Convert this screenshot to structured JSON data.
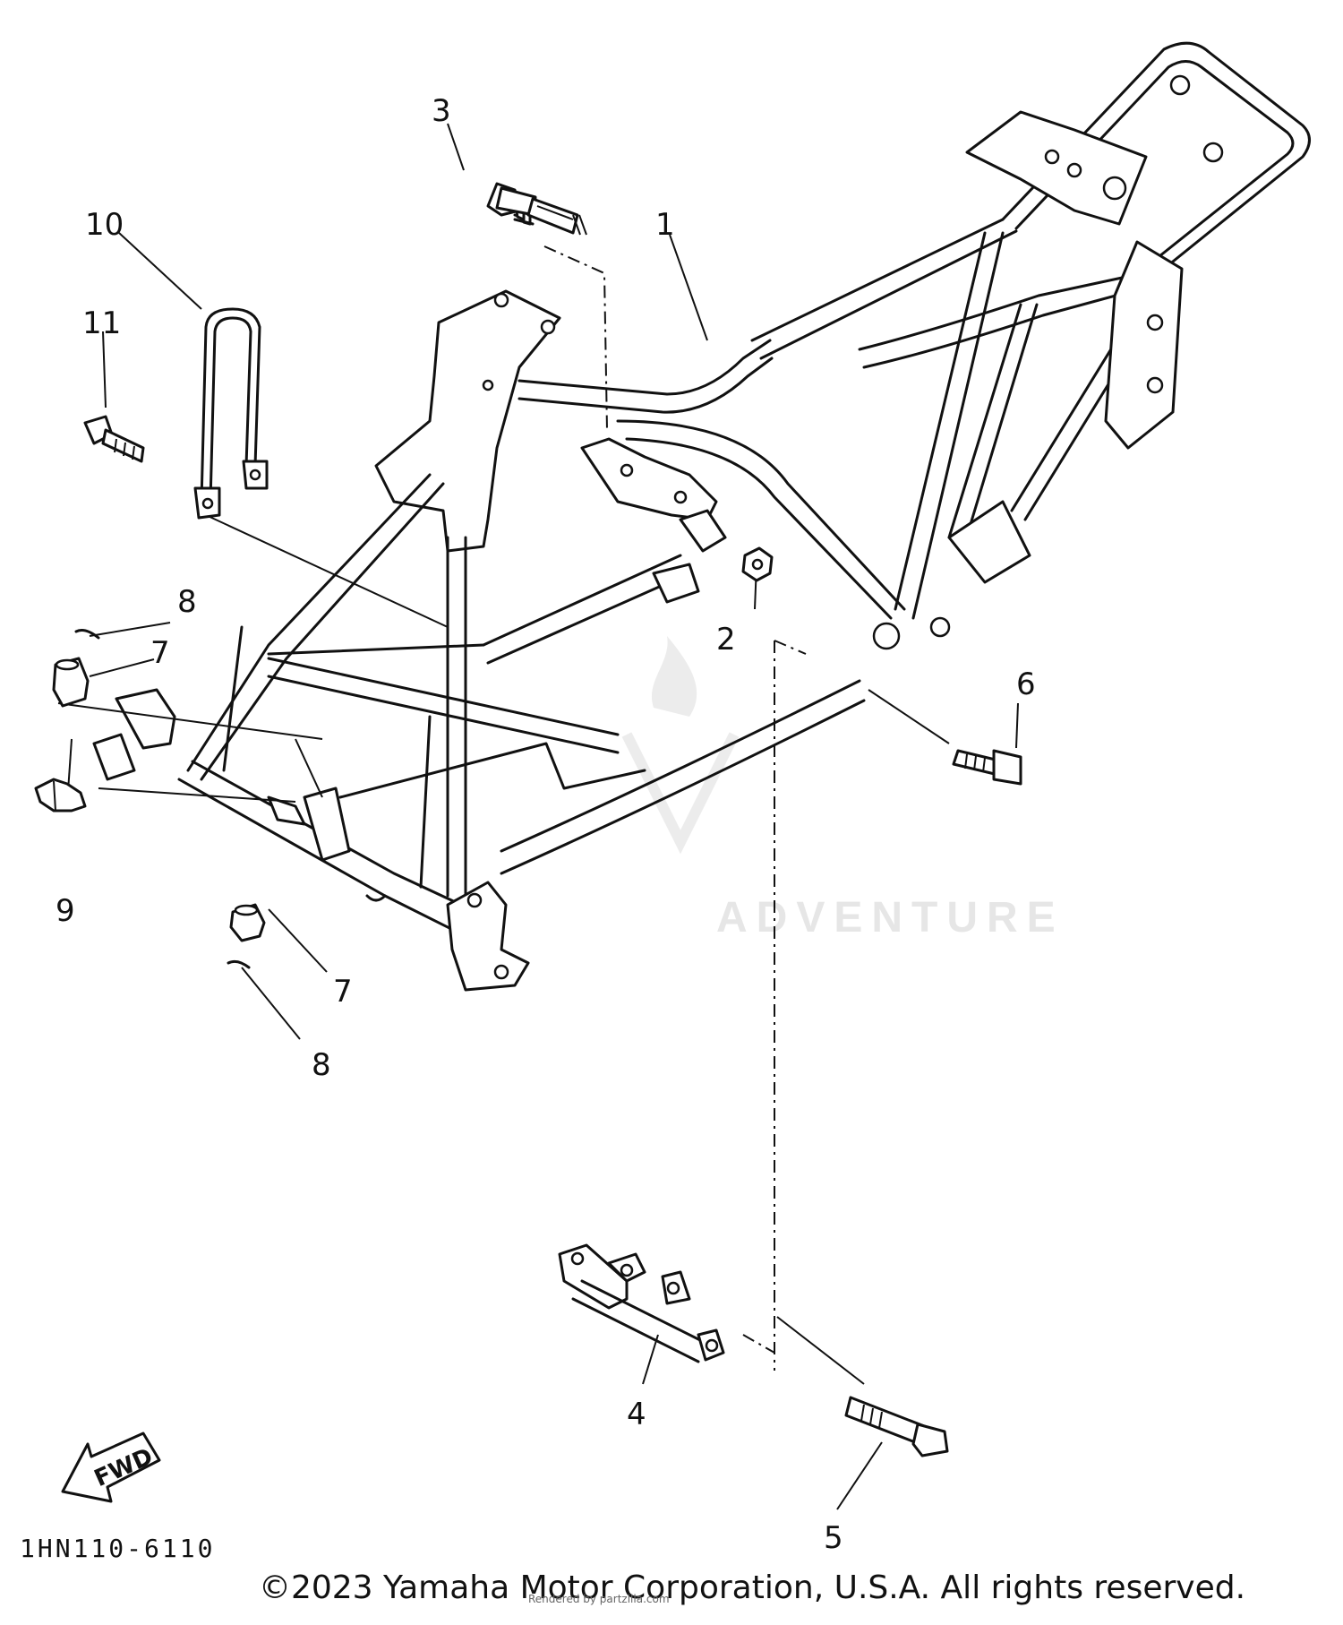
{
  "callouts": {
    "c1": "1",
    "c2": "2",
    "c3": "3",
    "c4": "4",
    "c5": "5",
    "c6": "6",
    "c7a": "7",
    "c7b": "7",
    "c8a": "8",
    "c8b": "8",
    "c9": "9",
    "c10": "10",
    "c11": "11"
  },
  "fwd_label": "FWD",
  "diagram_code": "1HN110-6110",
  "watermark": "ADVENTURE",
  "copyright": "©2023 Yamaha Motor Corporation, U.S.A. All rights reserved.",
  "credit": "Rendered by partzilla.com"
}
